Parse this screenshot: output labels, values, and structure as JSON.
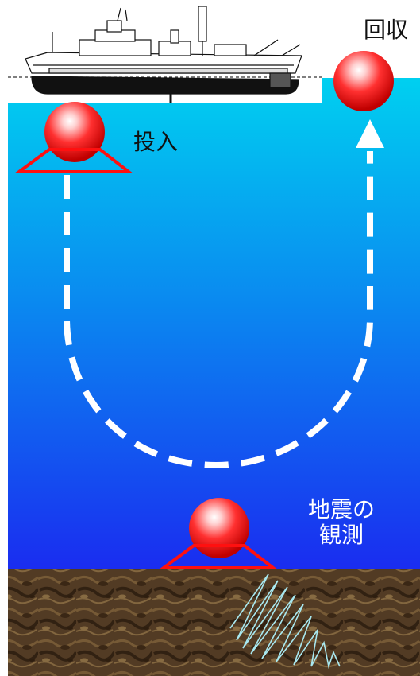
{
  "labels": {
    "deploy": "投入",
    "recover": "回収",
    "observe_line1": "地震の",
    "observe_line2": "観測"
  },
  "colors": {
    "sky": "#ffffff",
    "sea_top": "#00c8f0",
    "sea_bottom": "#1830f0",
    "seafloor": "#4a3420",
    "sphere": "#ff2020",
    "frame": "#ff1010",
    "path": "#ffffff",
    "seismic_wave": "#a8e8f0"
  },
  "icons": {
    "ship": "research-vessel-icon",
    "obs": "ocean-bottom-seismometer-icon"
  }
}
